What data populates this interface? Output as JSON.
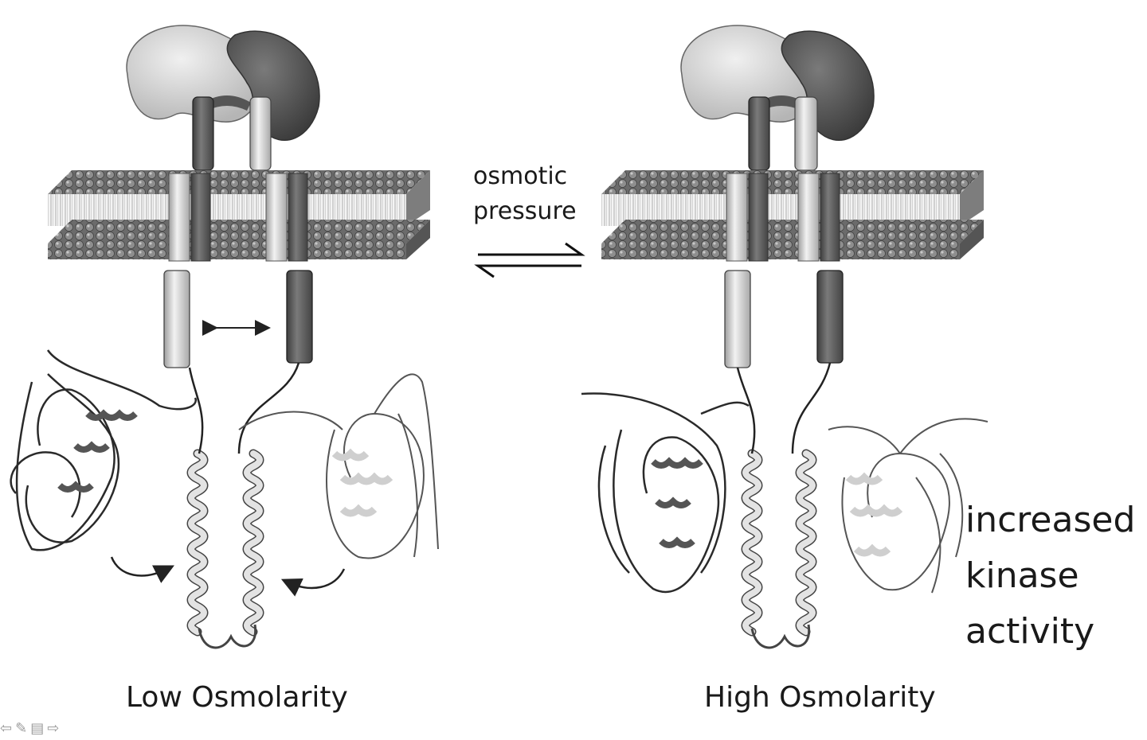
{
  "panels": {
    "left": {
      "caption": "Low Osmolarity"
    },
    "right": {
      "caption": "High Osmolarity"
    }
  },
  "equilibrium": {
    "label_line1": "osmotic",
    "label_line2": "pressure"
  },
  "annotation": {
    "line1": "increased",
    "line2": "kinase",
    "line3": "activity"
  },
  "slide_controls": [
    "prev-arrow-icon",
    "pen-icon",
    "menu-icon",
    "next-arrow-icon"
  ],
  "colors": {
    "dark_grey": "#5a5a5a",
    "light_grey": "#d8d8d8",
    "line": "#333333"
  }
}
